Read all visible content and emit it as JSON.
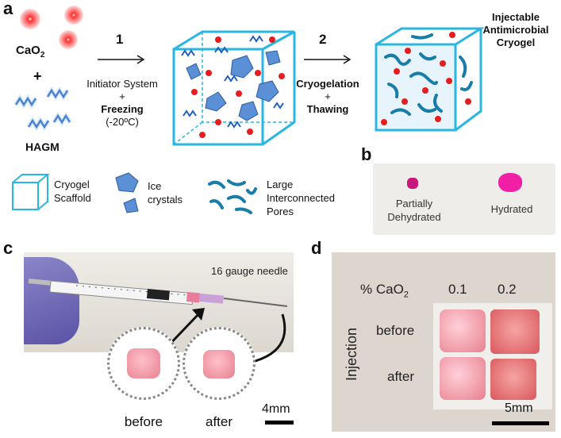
{
  "panel_a": {
    "label": "a",
    "cao2": {
      "base": "CaO",
      "sub": "2"
    },
    "plus": "+",
    "hagm": "HAGM",
    "step1": {
      "number": "1",
      "line1": "Initiator System",
      "plus": "+",
      "line2": "Freezing",
      "line3": "(-20ºC)"
    },
    "step2": {
      "number": "2",
      "line1": "Cryogelation",
      "plus": "+",
      "line2": "Thawing"
    },
    "product": {
      "line1": "Injectable",
      "line2": "Antimicrobial",
      "line3": "Cryogel"
    },
    "legend": {
      "scaffold": {
        "line1": "Cryogel",
        "line2": "Scaffold"
      },
      "ice": {
        "line1": "Ice",
        "line2": "crystals"
      },
      "pores": {
        "line1": "Large",
        "line2": "Interconnected",
        "line3": "Pores"
      }
    }
  },
  "panel_b": {
    "label": "b",
    "left": {
      "line1": "Partially",
      "line2": "Dehydrated"
    },
    "right": "Hydrated"
  },
  "panel_c": {
    "label": "c",
    "needle": "16 gauge needle",
    "before": "before",
    "after": "after",
    "scale": "4mm"
  },
  "panel_d": {
    "label": "d",
    "header": {
      "base": "% CaO",
      "sub": "2"
    },
    "columns": [
      "0.1",
      "0.2"
    ],
    "axis": "Injection",
    "rows": [
      "before",
      "after"
    ],
    "scale": "5mm"
  },
  "colors": {
    "cyan": "#29b6e3",
    "red": "#e41e1e",
    "blue": "#1f5fbf",
    "pink": "#e8808f",
    "magenta": "#e0199b"
  }
}
